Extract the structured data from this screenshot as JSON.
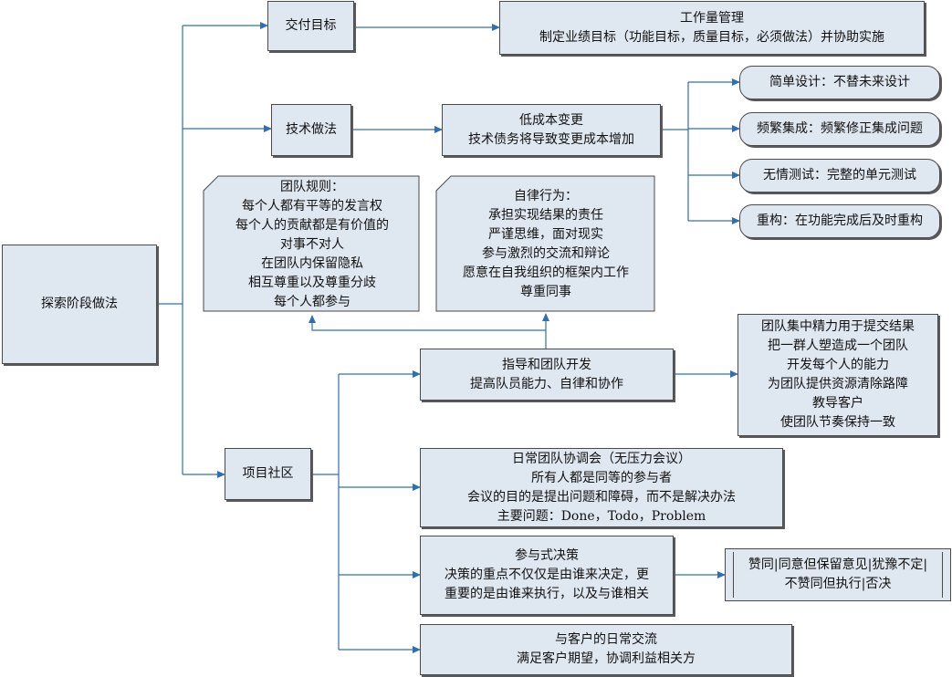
{
  "root": {
    "label": "探索阶段做法"
  },
  "branches": {
    "delivery": {
      "label": "交付目标",
      "workload": {
        "title": "工作量管理",
        "detail": "制定业绩目标（功能目标，质量目标，必须做法）并协助实施"
      }
    },
    "tech": {
      "label": "技术做法",
      "change": {
        "line1": "低成本变更",
        "line2": "技术债务将导致变更成本增加"
      },
      "practices": [
        "简单设计：不替未来设计",
        "频繁集成：频繁修正集成问题",
        "无情测试：完整的单元测试",
        "重构：在功能完成后及时重构"
      ]
    },
    "community": {
      "label": "项目社区",
      "team_rules": {
        "title": "团队规则：",
        "lines": [
          "每个人都有平等的发言权",
          "每个人的贡献都是有价值的",
          "对事不对人",
          "在团队内保留隐私",
          "相互尊重以及尊重分歧",
          "每个人都参与"
        ]
      },
      "self_discipline": {
        "title": "自律行为：",
        "lines": [
          "承担实现结果的责任",
          "严谨思维，面对现实",
          "参与激烈的交流和辩论",
          "愿意在自我组织的框架内工作",
          "尊重同事"
        ]
      },
      "coaching": {
        "line1": "指导和团队开发",
        "line2": "提高队员能力、自律和协作"
      },
      "coaching_detail": [
        "团队集中精力用于提交结果",
        "把一群人塑造成一个团队",
        "开发每个人的能力",
        "为团队提供资源清除路障",
        "教导客户",
        "使团队节奏保持一致"
      ],
      "daily_meeting": [
        "日常团队协调会（无压力会议）",
        "所有人都是同等的参与者",
        "会议的目的是提出问题和障碍，而不是解决办法",
        "主要问题：Done，Todo，Problem"
      ],
      "participatory": {
        "title": "参与式决策",
        "line1": "决策的重点不仅仅是由谁来决定，更",
        "line2": "重要的是由谁来执行，以及与谁相关"
      },
      "votes": {
        "line1": "赞同|同意但保留意见|犹豫不定|",
        "line2": "不赞同但执行|否决"
      },
      "customer": {
        "line1": "与客户的日常交流",
        "line2": "满足客户期望，协调利益相关方"
      }
    }
  }
}
